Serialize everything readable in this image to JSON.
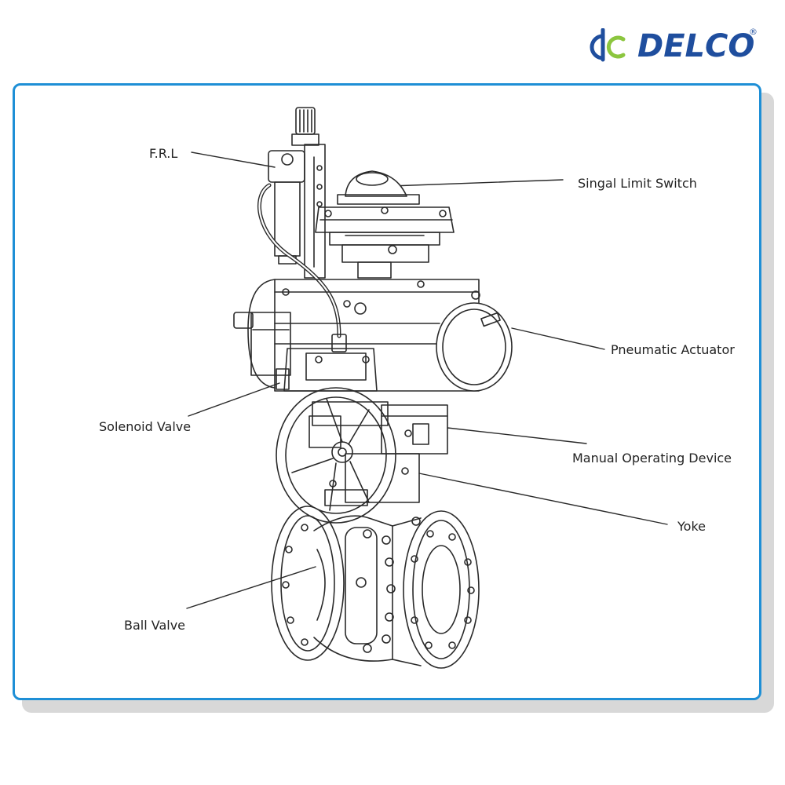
{
  "brand": {
    "name": "DELCO",
    "reg_mark": "®",
    "primary_color": "#1f4e9e",
    "accent_color": "#8cc63f",
    "logo_icon": "dc-monogram-icon"
  },
  "frame": {
    "border_color": "#1e8fd6"
  },
  "labels": {
    "frl": "F.R.L",
    "limit_switch": "Singal Limit Switch",
    "actuator": "Pneumatic Actuator",
    "solenoid": "Solenoid Valve",
    "manual_device": "Manual Operating Device",
    "yoke": "Yoke",
    "ball_valve": "Ball Valve"
  }
}
